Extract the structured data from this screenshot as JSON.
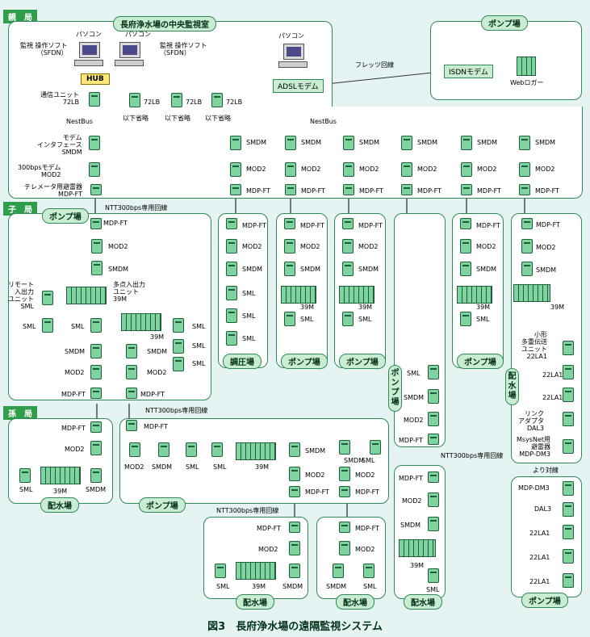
{
  "sections": {
    "oyakyoku": "親　局",
    "kokyoku": "子　局",
    "magokyoku": "孫　局"
  },
  "control_room": {
    "title": "長府浄水場の中央監視室",
    "pc_label": "パソコン",
    "pc_left_label": "監視 操作ソフト\n（SFDN）",
    "pc_right_label": "監視 操作ソフト\n（SFDN）",
    "hub": "HUB",
    "comm_unit": "通信ユニット\n72LB",
    "nodes_72lb": [
      "72LB",
      "72LB",
      "72LB"
    ],
    "omitted": "以下省略",
    "adsl_pc": "パソコン",
    "adsl_modem": "ADSLモデム",
    "flets": "フレッツ回線",
    "nestbus_left": "NestBus",
    "nestbus_top": "NestBus",
    "modem_if": "モデム\nインタフェース\nSMDM",
    "mod300": "300bpsモデム\nMOD2",
    "telemeter": "テレメータ用避雷器\nMDP-FT"
  },
  "pump_remote": {
    "title": "ポンプ場",
    "isdn": "ISDNモデム",
    "weblogger": "Webロガー"
  },
  "devices": {
    "smdm": "SMDM",
    "mod2": "MOD2",
    "mdpft": "MDP-FT",
    "sml": "SML",
    "m39": "39M",
    "la1": "22LA1",
    "dal3": "DAL3",
    "mdpdm3": "MDP-DM3"
  },
  "lines": {
    "ntt300": "NTT300bps専用回線",
    "yori": "より対線"
  },
  "child_main": {
    "title": "ポンプ場",
    "remote_io": "リモート\n入出力\nユニット\nSML",
    "multi_io": "多点入出力\nユニット\n39M"
  },
  "child_cols": [
    "調圧場",
    "ポンプ場",
    "ポンプ場",
    "ポンプ場",
    "ポンプ場",
    "ポンプ場"
  ],
  "haisui_vertical": "配水場",
  "pump_vertical": "ポンプ場",
  "right_col": {
    "small_mux": "小形\n多重伝送\nユニット\n22LA1",
    "link_adapter": "リンク\nアダプタ\nDAL3",
    "msys": "MsysNet用\n避雷器\nMDP-DM3"
  },
  "grand": {
    "haisui1": "配水場",
    "pump": "ポンプ場",
    "haisui2": "配水場",
    "haisui3": "配水場",
    "haisui4": "配水場",
    "pump2": "ポンプ場"
  },
  "caption": "図3　長府浄水場の遠隔監視システム"
}
